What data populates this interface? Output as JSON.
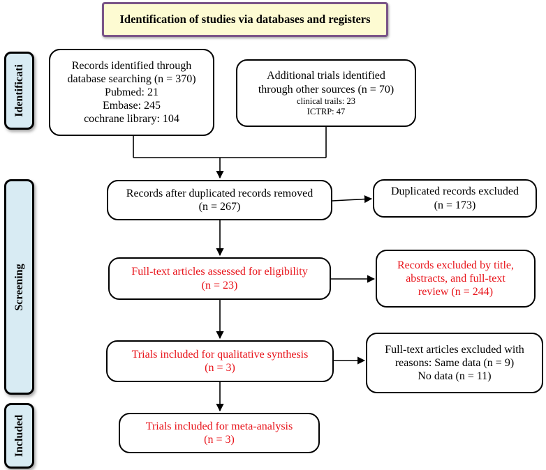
{
  "title": "Identification of studies via databases and registers",
  "side_labels": {
    "identification": "Identificati",
    "screening": "Screening",
    "included": "Included"
  },
  "boxes": {
    "records_identified": [
      "Records identified through",
      "database searching (n = 370)",
      "Pubmed: 21",
      "Embase: 245",
      "cochrane library: 104"
    ],
    "additional_trials": [
      "Additional trials identified",
      "through other sources (n = 70)",
      "clinical trails: 23",
      "ICTRP: 47"
    ],
    "after_duplicates": [
      "Records after duplicated records removed",
      "(n = 267)"
    ],
    "duplicates_excluded": [
      "Duplicated records excluded",
      "(n = 173)"
    ],
    "fulltext_assessed": [
      "Full-text articles assessed for eligibility",
      "(n = 23)"
    ],
    "records_excluded": [
      "Records excluded by title,",
      "abstracts, and full-text",
      "review (n = 244)"
    ],
    "qualitative_synthesis": [
      "Trials included for qualitative synthesis",
      "(n = 3)"
    ],
    "fulltext_excluded": [
      "Full-text articles excluded with",
      "reasons: Same data (n = 9)",
      "No data (n = 11)"
    ],
    "meta_analysis": [
      "Trials included for meta-analysis",
      "(n = 3)"
    ]
  },
  "colors": {
    "title_fill": "#fdfbd2",
    "title_border": "#7a5588",
    "side_fill": "#d8ebf3",
    "highlight_text": "#e8141b"
  }
}
